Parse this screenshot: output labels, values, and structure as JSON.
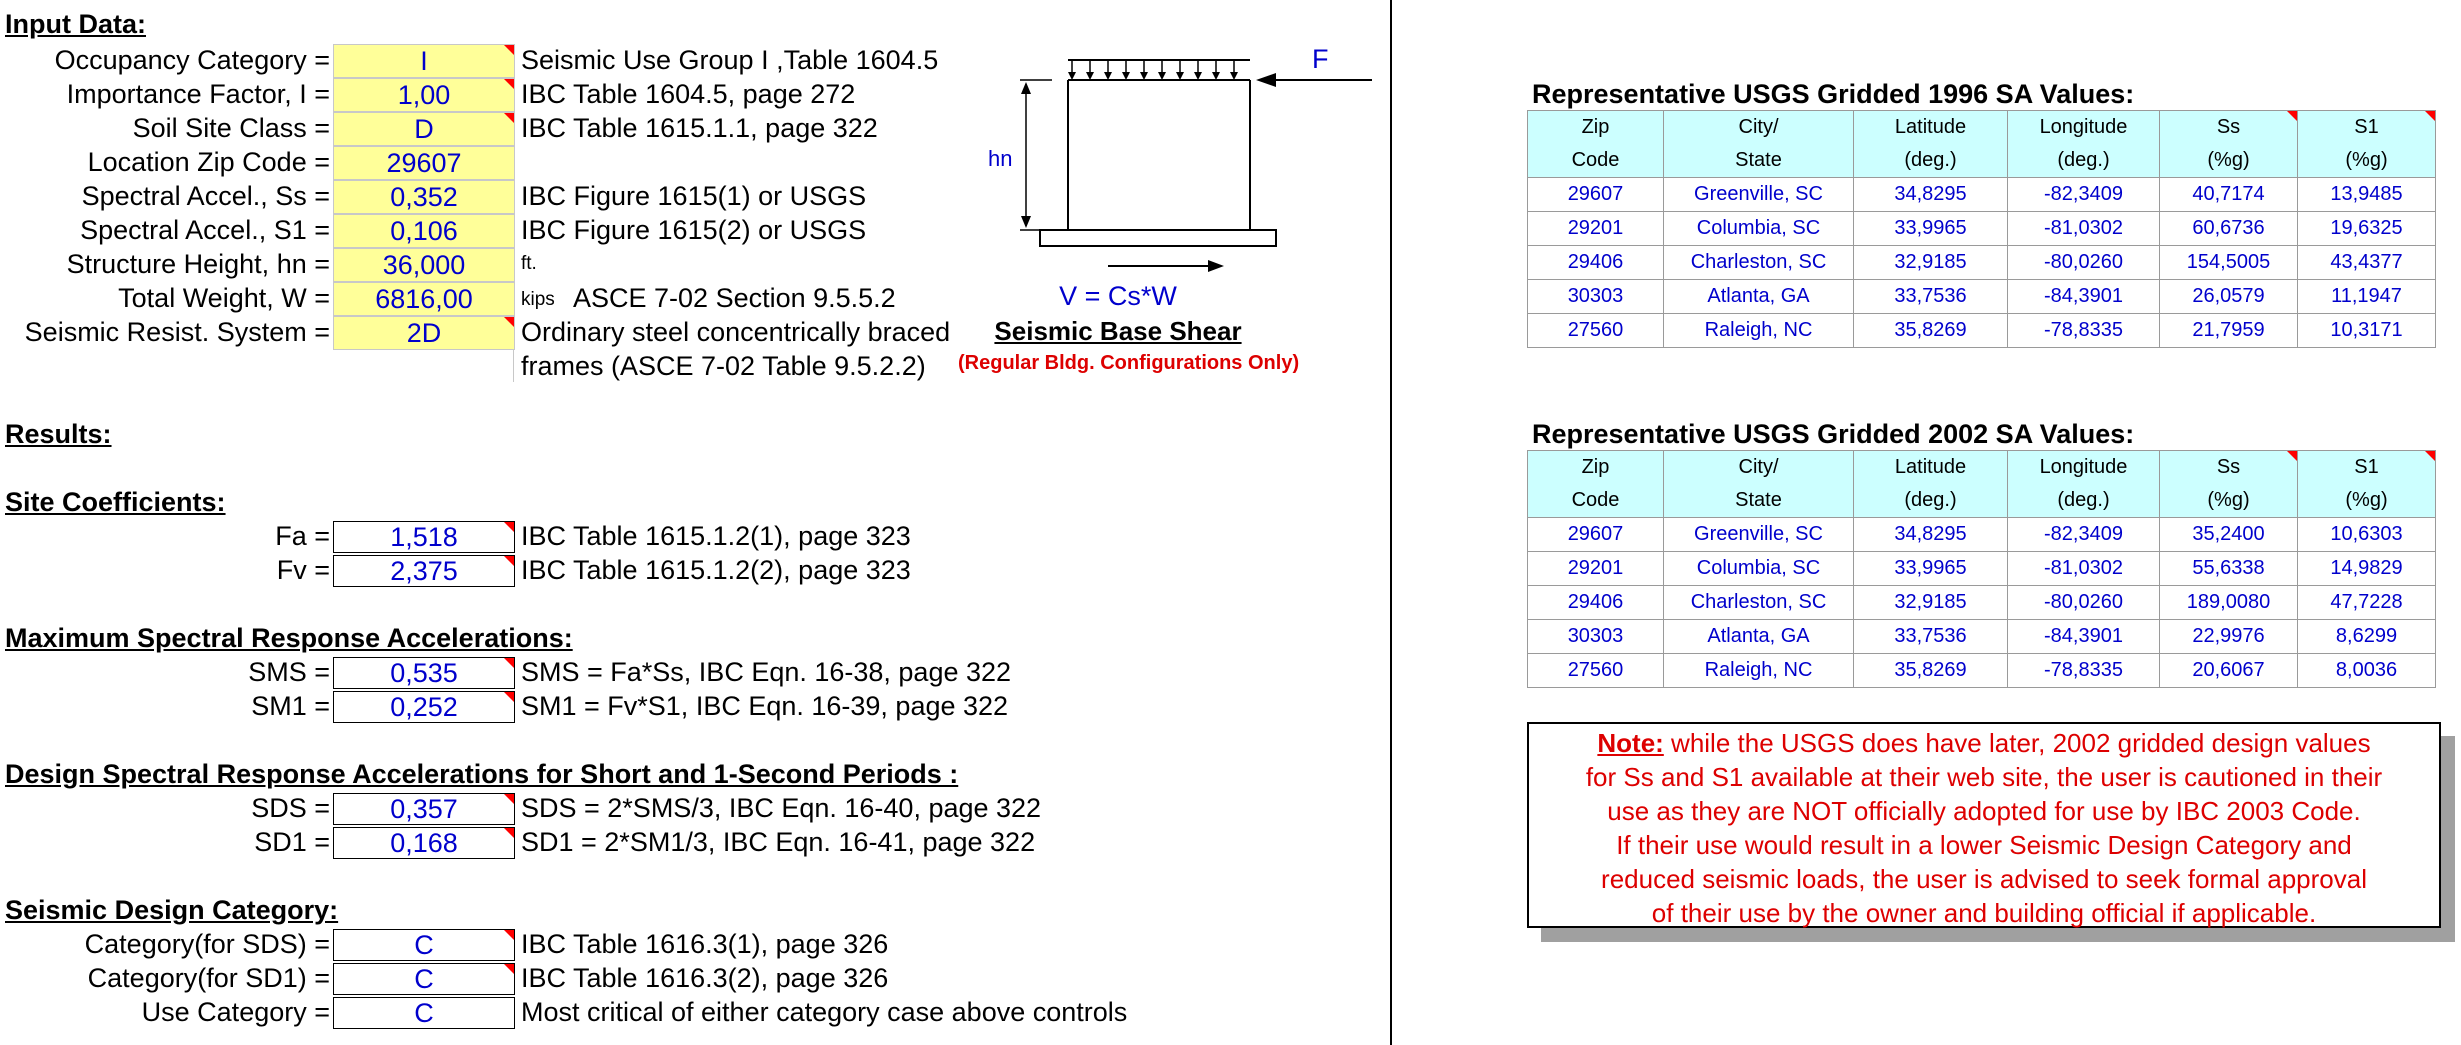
{
  "input": {
    "heading": "Input Data:",
    "rows": [
      {
        "label": "Occupancy Category =",
        "value": "I",
        "desc": "Seismic Use Group I ,Table 1604.5"
      },
      {
        "label": "Importance Factor, I =",
        "value": "1,00",
        "desc": "IBC Table 1604.5, page 272"
      },
      {
        "label": "Soil Site Class =",
        "value": "D",
        "desc": "IBC Table 1615.1.1, page 322"
      },
      {
        "label": "Location Zip Code =",
        "value": "29607",
        "desc": ""
      },
      {
        "label": "Spectral Accel., Ss =",
        "value": "0,352",
        "desc": "IBC Figure 1615(1) or USGS"
      },
      {
        "label": "Spectral Accel., S1 =",
        "value": "0,106",
        "desc": "IBC Figure 1615(2) or USGS"
      },
      {
        "label": "Structure Height, hn =",
        "value": "36,000",
        "desc": "ft."
      },
      {
        "label": "Total Weight, W =",
        "value": "6816,00",
        "desc_small": "kips",
        "desc": "ASCE 7-02 Section 9.5.5.2"
      },
      {
        "label": "Seismic Resist. System =",
        "value": "2D",
        "desc": "Ordinary steel concentrically braced",
        "desc2": "frames (ASCE 7-02 Table 9.5.2.2)"
      }
    ]
  },
  "diagram": {
    "force_label": "F",
    "height_label": "hn",
    "equation": "V = Cs*W",
    "title": "Seismic Base Shear",
    "subtitle": "(Regular Bldg. Configurations Only)"
  },
  "results": {
    "heading": "Results:",
    "site": {
      "heading": "Site Coefficients:",
      "rows": [
        {
          "label": "Fa =",
          "value": "1,518",
          "desc": "IBC Table 1615.1.2(1), page 323"
        },
        {
          "label": "Fv =",
          "value": "2,375",
          "desc": "IBC Table 1615.1.2(2), page 323"
        }
      ]
    },
    "max": {
      "heading": "Maximum Spectral Response Accelerations:",
      "rows": [
        {
          "label": "SMS =",
          "value": "0,535",
          "desc": "SMS = Fa*Ss,  IBC Eqn. 16-38, page 322"
        },
        {
          "label": "SM1 =",
          "value": "0,252",
          "desc": "SM1 = Fv*S1,  IBC Eqn. 16-39, page 322"
        }
      ]
    },
    "design": {
      "heading": "Design Spectral  Response Accelerations for Short and 1-Second Periods :",
      "rows": [
        {
          "label": "SDS =",
          "value": "0,357",
          "desc": "SDS = 2*SMS/3,  IBC Eqn. 16-40, page 322"
        },
        {
          "label": "SD1 =",
          "value": "0,168",
          "desc": "SD1 = 2*SM1/3,  IBC Eqn. 16-41, page 322"
        }
      ]
    },
    "category": {
      "heading": "Seismic Design Category:",
      "rows": [
        {
          "label": "Category(for SDS) =",
          "value": "C",
          "desc": "IBC Table 1616.3(1), page 326"
        },
        {
          "label": "Category(for SD1) =",
          "value": "C",
          "desc": "IBC Table 1616.3(2), page 326"
        },
        {
          "label": "Use Category =",
          "value": "C",
          "desc": "Most critical of either category case above controls"
        }
      ]
    }
  },
  "tables": [
    {
      "title": "Representative USGS Gridded 1996 SA Values:",
      "header1": [
        "Zip",
        "City/",
        "Latitude",
        "Longitude",
        "Ss",
        "S1"
      ],
      "header2": [
        "Code",
        "State",
        "(deg.)",
        "(deg.)",
        "(%g)",
        "(%g)"
      ],
      "rows": [
        [
          "29607",
          "Greenville, SC",
          "34,8295",
          "-82,3409",
          "40,7174",
          "13,9485"
        ],
        [
          "29201",
          "Columbia, SC",
          "33,9965",
          "-81,0302",
          "60,6736",
          "19,6325"
        ],
        [
          "29406",
          "Charleston, SC",
          "32,9185",
          "-80,0260",
          "154,5005",
          "43,4377"
        ],
        [
          "30303",
          "Atlanta, GA",
          "33,7536",
          "-84,3901",
          "26,0579",
          "11,1947"
        ],
        [
          "27560",
          "Raleigh, NC",
          "35,8269",
          "-78,8335",
          "21,7959",
          "10,3171"
        ]
      ]
    },
    {
      "title": "Representative USGS Gridded 2002 SA Values:",
      "header1": [
        "Zip",
        "City/",
        "Latitude",
        "Longitude",
        "Ss",
        "S1"
      ],
      "header2": [
        "Code",
        "State",
        "(deg.)",
        "(deg.)",
        "(%g)",
        "(%g)"
      ],
      "rows": [
        [
          "29607",
          "Greenville, SC",
          "34,8295",
          "-82,3409",
          "35,2400",
          "10,6303"
        ],
        [
          "29201",
          "Columbia, SC",
          "33,9965",
          "-81,0302",
          "55,6338",
          "14,9829"
        ],
        [
          "29406",
          "Charleston, SC",
          "32,9185",
          "-80,0260",
          "189,0080",
          "47,7228"
        ],
        [
          "30303",
          "Atlanta, GA",
          "33,7536",
          "-84,3901",
          "22,9976",
          "8,6299"
        ],
        [
          "27560",
          "Raleigh, NC",
          "35,8269",
          "-78,8335",
          "20,6067",
          "8,0036"
        ]
      ]
    }
  ],
  "note": {
    "label": "Note:",
    "line1": " while the USGS does have later, 2002 gridded design values",
    "line2": "for Ss and S1 available at their web site, the user is cautioned in their",
    "line3": "use as they are NOT officially adopted for use by IBC 2003 Code.",
    "line4": "If their use would result in a lower Seismic Design Category and",
    "line5": "reduced seismic loads, the user is advised to seek formal approval",
    "line6": "of their use by the owner and building official if applicable."
  }
}
